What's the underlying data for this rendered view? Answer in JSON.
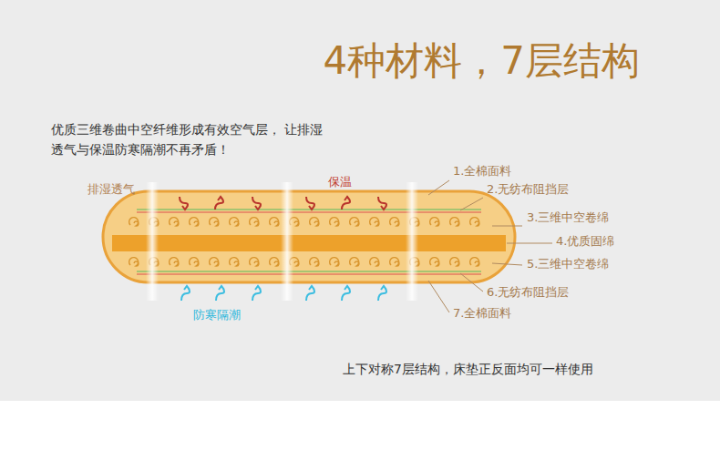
{
  "diagram": {
    "title": "4种材料，7层结构",
    "labels": [
      "优质三维卷曲中空纤维形成有效空气层， 让排湿透气与保温防寒隔潮不再矛盾！",
      "排湿透气",
      "保温",
      "防寒隔潮",
      "1.全棉面料",
      "2.无纺布阻挡层",
      "3.三维中空卷绵",
      "4.优质固绵",
      "5.三维中空卷绵",
      "6.无纺布阻挡层",
      "7.全棉面料",
      "上下对称7层结构，床垫正反面均可一样使用"
    ]
  }
}
